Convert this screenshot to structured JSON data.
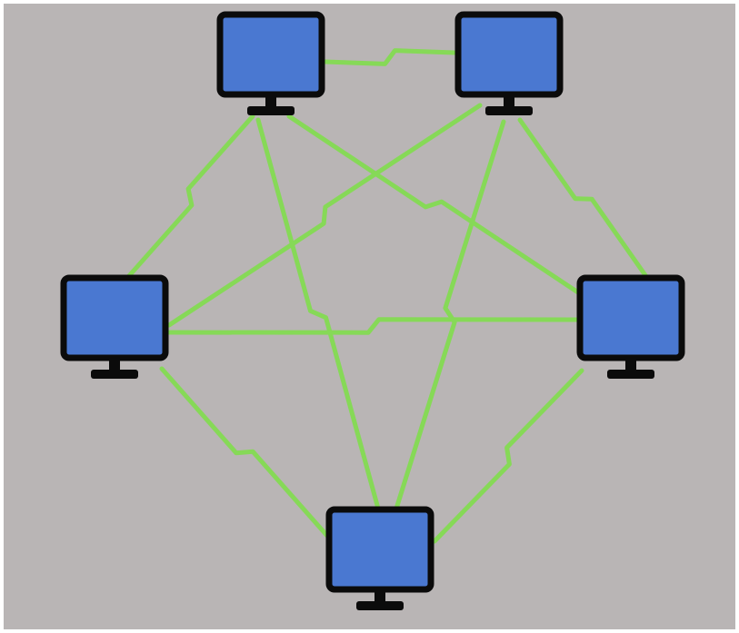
{
  "diagram": {
    "type": "full-mesh-network",
    "colors": {
      "background": "#b9b5b5",
      "link": "#86d957",
      "screen": "#4a78d1",
      "bezel": "#0b0b0b"
    },
    "nodes": [
      {
        "id": "top-left",
        "icon": "monitor-icon"
      },
      {
        "id": "top-right",
        "icon": "monitor-icon"
      },
      {
        "id": "left",
        "icon": "monitor-icon"
      },
      {
        "id": "right",
        "icon": "monitor-icon"
      },
      {
        "id": "bottom",
        "icon": "monitor-icon"
      }
    ],
    "links": [
      {
        "from": "top-left",
        "to": "top-right"
      },
      {
        "from": "top-left",
        "to": "left"
      },
      {
        "from": "top-left",
        "to": "right"
      },
      {
        "from": "top-left",
        "to": "bottom"
      },
      {
        "from": "top-right",
        "to": "left"
      },
      {
        "from": "top-right",
        "to": "right"
      },
      {
        "from": "top-right",
        "to": "bottom"
      },
      {
        "from": "left",
        "to": "right"
      },
      {
        "from": "left",
        "to": "bottom"
      },
      {
        "from": "right",
        "to": "bottom"
      }
    ],
    "link_style": "lightning-bolt"
  }
}
